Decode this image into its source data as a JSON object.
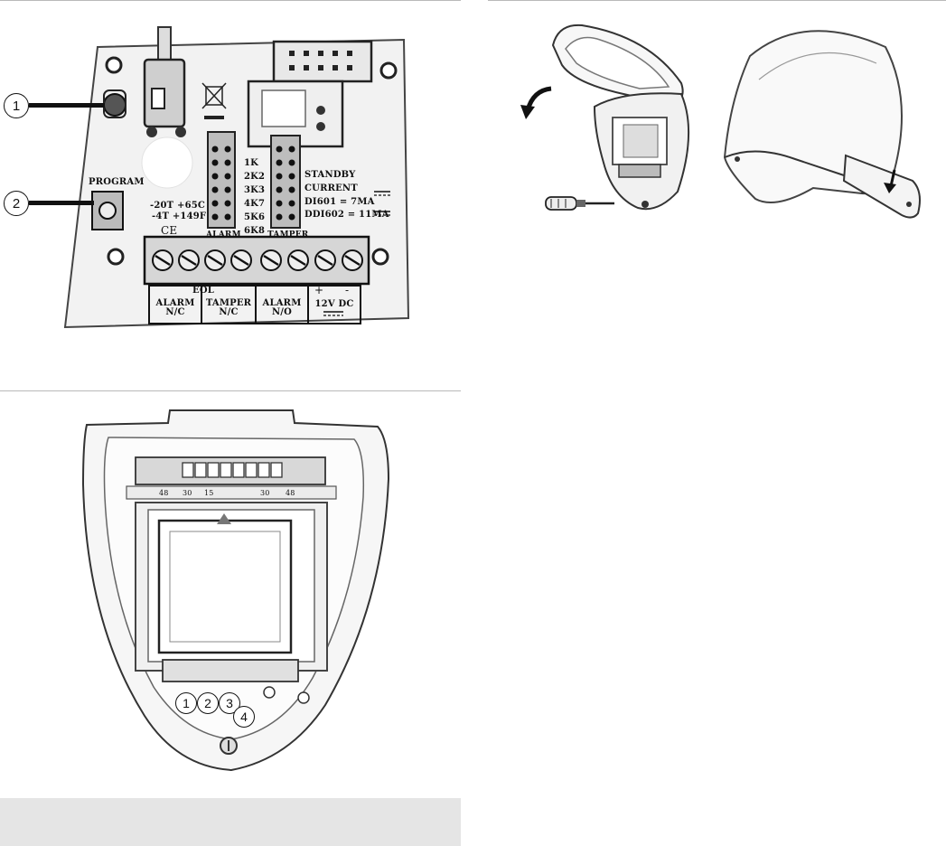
{
  "figure1": {
    "callouts": [
      "1",
      "2"
    ],
    "program_label": "PROGRAM",
    "temp_c": "-20T +65C",
    "temp_f": "-4T +149F",
    "ce_mark": "CE",
    "resistor_values": [
      "1K",
      "2K2",
      "3K3",
      "4K7",
      "5K6",
      "6K8"
    ],
    "jumper_labels": {
      "left": "ALARM",
      "right": "TAMPER"
    },
    "current_title": [
      "STANDBY",
      "CURRENT"
    ],
    "current_rows": [
      "DI601 = 7MA",
      "DDI602 = 11MA"
    ],
    "eol_label": "EOL",
    "terminal_groups": [
      {
        "line1": "ALARM",
        "line2": "N/C"
      },
      {
        "line1": "TAMPER",
        "line2": "N/C"
      },
      {
        "line1": "ALARM",
        "line2": "N/O"
      },
      {
        "line1": "12V DC",
        "line2": ""
      }
    ],
    "polarity": [
      "+",
      "-"
    ]
  },
  "figure3": {
    "callouts": [
      "1",
      "2",
      "3",
      "4"
    ],
    "scale_labels": [
      "48",
      "30",
      "15",
      "30",
      "48"
    ]
  }
}
